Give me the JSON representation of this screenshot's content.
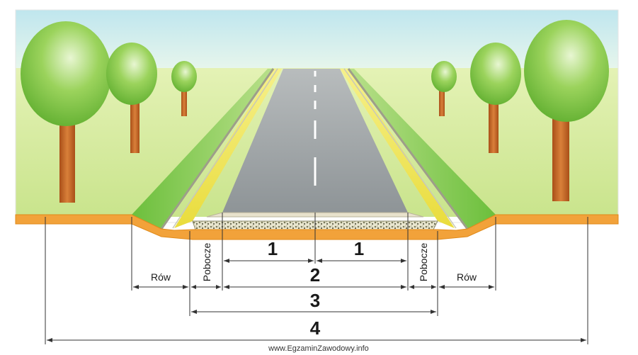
{
  "labels": {
    "lane_left": "1",
    "lane_right": "1",
    "carriageway": "2",
    "crown": "3",
    "right_of_way": "4",
    "ditch_left": "Rów",
    "ditch_right": "Rów",
    "shoulder_left": "Pobocze",
    "shoulder_right": "Pobocze"
  },
  "watermark": "www.EgzaminZawodowy.info",
  "colors": {
    "sky": "#cfeef4",
    "grass": "#d4ec9a",
    "ground": "#f29a2a",
    "asphalt": "#9ea3a6",
    "tree_crown": "#7dc244",
    "trunk": "#c6692a"
  }
}
